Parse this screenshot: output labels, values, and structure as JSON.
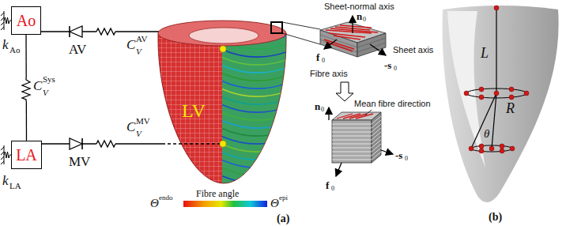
{
  "diagram": {
    "nodes": [
      {
        "text": [
          "Ao"
        ]
      },
      {
        "text": [
          "LA"
        ]
      }
    ],
    "edges": [
      {
        "from": 0,
        "to": 1,
        "arrow": "none"
      }
    ],
    "labels": [
      "k",
      "Ao",
      "k",
      "LA",
      "AV",
      "C",
      "V",
      "AV",
      "C",
      "V",
      "Sys",
      "MV",
      "C",
      "V",
      "MV",
      "LV",
      "Fibre angle",
      "Θ",
      "endo",
      "Θ",
      "epi",
      "Sheet-normal axis",
      "n",
      "0",
      "-s",
      "0",
      "Sheet axis",
      "f",
      "0",
      "Fibre axis",
      "Mean fibre direction",
      "n",
      "0",
      "-s",
      "0",
      "f",
      "0",
      "(a)",
      "L",
      "R",
      "θ",
      "(b)"
    ]
  }
}
